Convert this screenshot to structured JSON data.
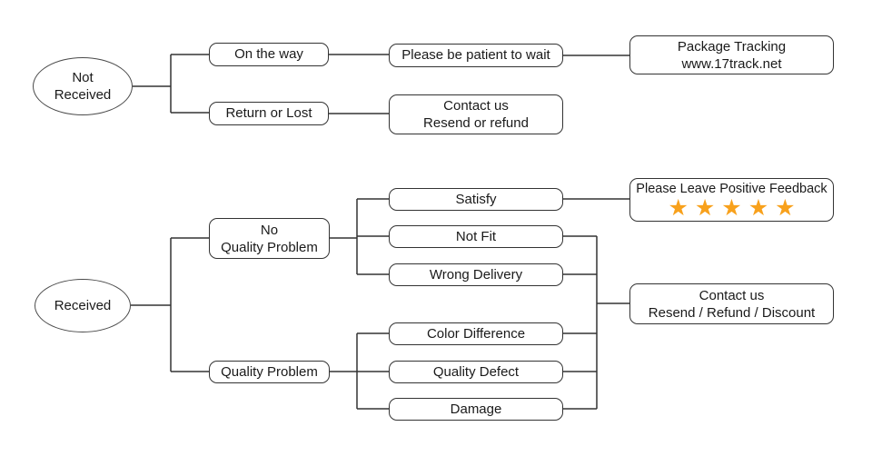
{
  "diagram": {
    "type": "flowchart",
    "colors": {
      "background": "#ffffff",
      "connector_line": "#333333",
      "box_border": "#333333",
      "text": "#1a1a1a",
      "star": "#F8A11C"
    },
    "nodes": {
      "not_received": {
        "shape": "ellipse",
        "lines": [
          "Not",
          "Received"
        ]
      },
      "on_the_way": {
        "shape": "box",
        "lines": [
          "On the way"
        ]
      },
      "return_or_lost": {
        "shape": "box",
        "lines": [
          "Return or Lost"
        ]
      },
      "please_be_patient": {
        "shape": "box",
        "lines": [
          "Please be patient to wait"
        ]
      },
      "package_tracking": {
        "shape": "box",
        "lines": [
          "Package Tracking",
          "www.17track.net"
        ]
      },
      "contact_resend_refund": {
        "shape": "box",
        "lines": [
          "Contact us",
          "Resend or refund"
        ]
      },
      "received": {
        "shape": "ellipse",
        "lines": [
          "Received"
        ]
      },
      "no_quality_problem": {
        "shape": "box",
        "lines": [
          "No",
          "Quality Problem"
        ]
      },
      "quality_problem": {
        "shape": "box",
        "lines": [
          "Quality Problem"
        ]
      },
      "satisfy": {
        "shape": "box",
        "lines": [
          "Satisfy"
        ]
      },
      "not_fit": {
        "shape": "box",
        "lines": [
          "Not Fit"
        ]
      },
      "wrong_delivery": {
        "shape": "box",
        "lines": [
          "Wrong Delivery"
        ]
      },
      "positive_feedback": {
        "shape": "box",
        "lines": [
          "Please Leave Positive Feedback"
        ],
        "stars": "★★★★★",
        "star_count": 5
      },
      "color_difference": {
        "shape": "box",
        "lines": [
          "Color Difference"
        ]
      },
      "quality_defect": {
        "shape": "box",
        "lines": [
          "Quality Defect"
        ]
      },
      "damage": {
        "shape": "box",
        "lines": [
          "Damage"
        ]
      },
      "contact_resend_refund_discount": {
        "shape": "box",
        "lines": [
          "Contact us",
          "Resend / Refund / Discount"
        ]
      }
    },
    "edges": [
      "not_received -> on_the_way",
      "not_received -> return_or_lost",
      "on_the_way -> please_be_patient",
      "please_be_patient -> package_tracking",
      "return_or_lost -> contact_resend_refund",
      "received -> no_quality_problem",
      "received -> quality_problem",
      "no_quality_problem -> satisfy",
      "no_quality_problem -> not_fit",
      "no_quality_problem -> wrong_delivery",
      "satisfy -> positive_feedback",
      "quality_problem -> color_difference",
      "quality_problem -> quality_defect",
      "quality_problem -> damage",
      "not_fit -> contact_resend_refund_discount",
      "wrong_delivery -> contact_resend_refund_discount",
      "color_difference -> contact_resend_refund_discount",
      "quality_defect -> contact_resend_refund_discount",
      "damage -> contact_resend_refund_discount"
    ]
  }
}
